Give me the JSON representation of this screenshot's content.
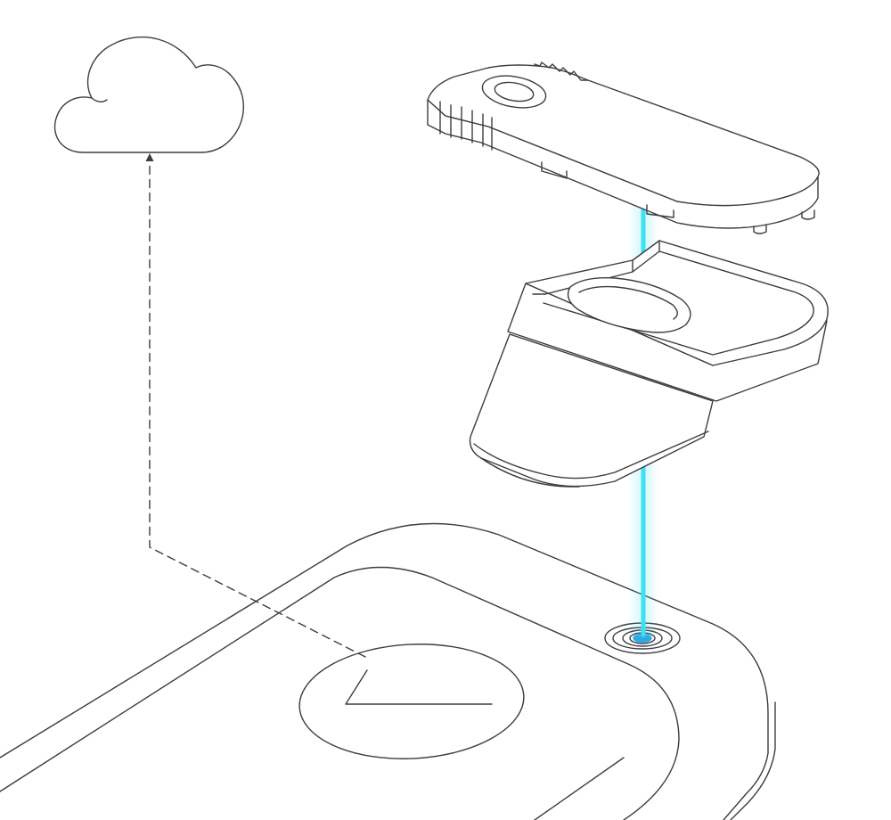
{
  "diagram": {
    "kind": "exploded device illustration",
    "components": [
      "cloud",
      "top-cover",
      "sensor-housing",
      "base-plate",
      "base-button",
      "base-led"
    ],
    "connections": [
      {
        "from": "base-button",
        "to": "cloud",
        "style": "dashed-arrow"
      },
      {
        "from": "base-led",
        "to": "top-cover",
        "style": "light-beam"
      }
    ]
  },
  "colors": {
    "background": "#ffffff",
    "line": "#3b3d42",
    "fill": "#ffffff",
    "beam": "#3fe0f2",
    "led": "#2ea9e6"
  }
}
